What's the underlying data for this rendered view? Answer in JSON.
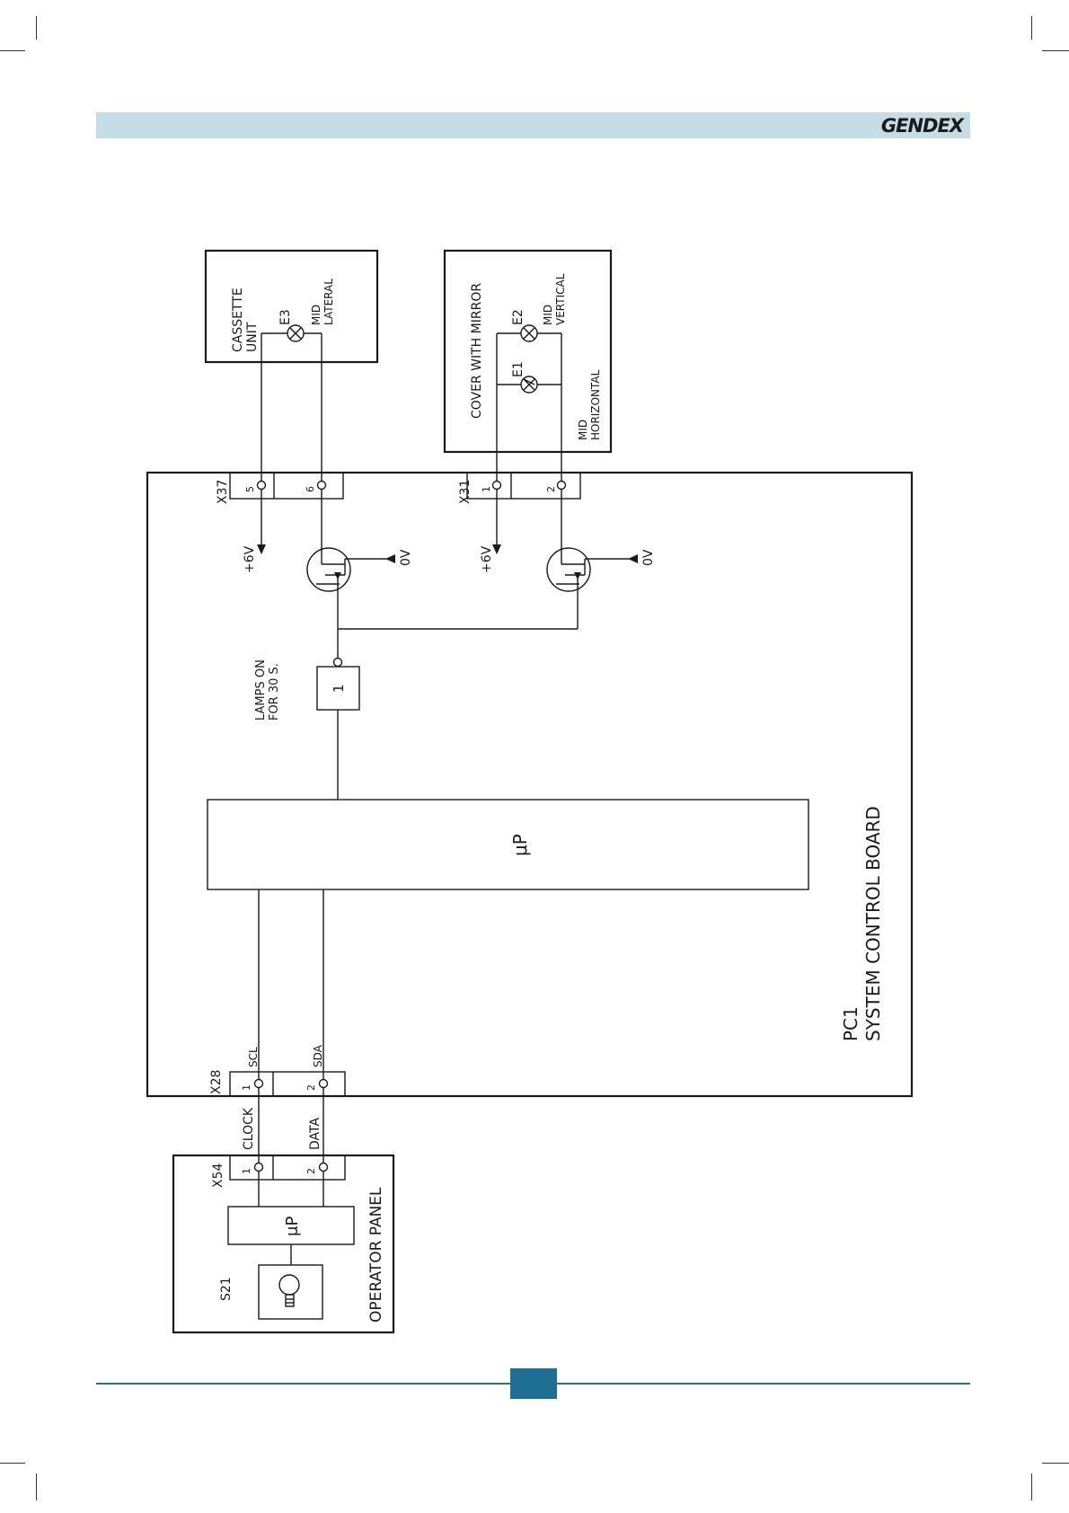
{
  "header": {
    "brand": "GENDEX"
  },
  "diagram": {
    "cassette_unit": {
      "title_line1": "CASSETTE",
      "title_line2": "UNIT",
      "lamp_id": "E3",
      "lamp_label_line1": "MID",
      "lamp_label_line2": "LATERAL"
    },
    "cover_with_mirror": {
      "title": "COVER  WITH  MIRROR",
      "lamp1_id": "E1",
      "lamp2_id": "E2",
      "lamp2_label_line1": "MID",
      "lamp2_label_line2": "VERTICAL",
      "lamp1_label_line1": "MID",
      "lamp1_label_line2": "HORIZONTAL"
    },
    "connector_x37": {
      "id": "X37",
      "pin_a": "5",
      "pin_b": "6"
    },
    "connector_x31": {
      "id": "X31",
      "pin_a": "1",
      "pin_b": "2"
    },
    "connector_x28": {
      "id": "X28",
      "pin_a": "1",
      "pin_b": "2",
      "sig_a": "SCL",
      "sig_b": "SDA"
    },
    "connector_x54": {
      "id": "X54",
      "pin_a": "1",
      "pin_b": "2"
    },
    "supply_plus": "+6V",
    "supply_zero": "0V",
    "timer_label_line1": "LAMPS  ON",
    "timer_label_line2": "FOR  30  S.",
    "timer_value": "1",
    "microprocessor": "μP",
    "board_line1": "PC1",
    "board_line2": "SYSTEM  CONTROL  BOARD",
    "bus_clock": "CLOCK",
    "bus_data": "DATA",
    "operator_panel": {
      "title": "OPERATOR  PANEL",
      "switch_id": "S21",
      "microprocessor": "μP"
    }
  }
}
